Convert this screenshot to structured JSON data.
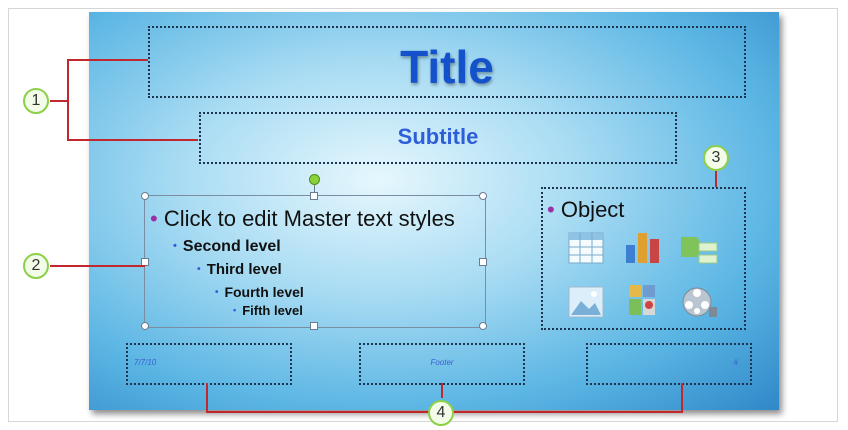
{
  "slide": {
    "title": "Title",
    "subtitle": "Subtitle",
    "body_levels": [
      "Click to edit Master text styles",
      "Second level",
      "Third level",
      "Fourth level",
      "Fifth level"
    ],
    "object_label": "Object",
    "object_icons": [
      "table-icon",
      "chart-icon",
      "smartart-icon",
      "picture-icon",
      "clipart-icon",
      "media-icon"
    ],
    "footer": {
      "date": "7/7/10",
      "footer": "Footer",
      "slide_number": "#"
    }
  },
  "callouts": [
    "1",
    "2",
    "3",
    "4"
  ],
  "colors": {
    "title": "#1452cc",
    "subtitle": "#2f5fd8",
    "bracket": "#c0282d",
    "callout_border": "#8ccf48",
    "bullet": "#9b2fa5"
  }
}
